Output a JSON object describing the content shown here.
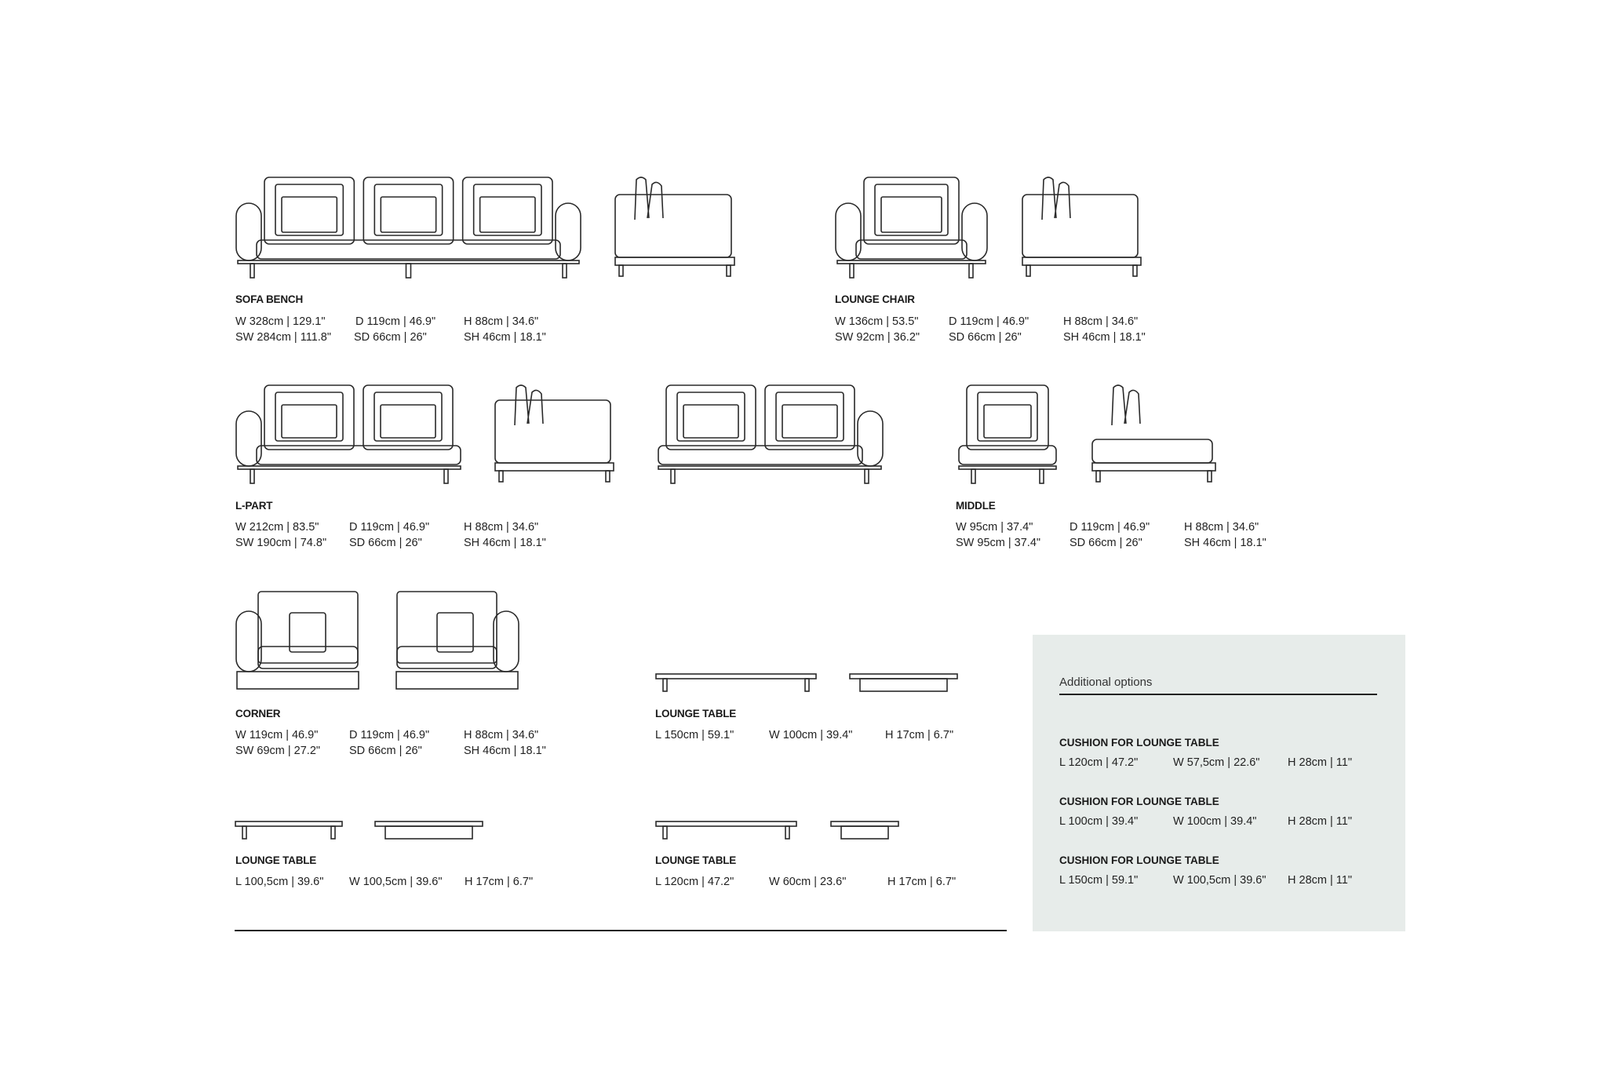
{
  "products": [
    {
      "name": "SOFA BENCH",
      "dims": [
        [
          "W 328cm | 129.1\"",
          "D 119cm | 46.9\"",
          "H 88cm | 34.6\""
        ],
        [
          "SW 284cm | 111.8\"",
          "SD 66cm | 26\"",
          "SH 46cm | 18.1\""
        ]
      ]
    },
    {
      "name": "LOUNGE CHAIR",
      "dims": [
        [
          "W 136cm | 53.5\"",
          "D 119cm | 46.9\"",
          "H 88cm | 34.6\""
        ],
        [
          "SW 92cm | 36.2\"",
          "SD 66cm | 26\"",
          "SH 46cm | 18.1\""
        ]
      ]
    },
    {
      "name": "L-PART",
      "dims": [
        [
          "W 212cm | 83.5\"",
          "D 119cm | 46.9\"",
          "H 88cm | 34.6\""
        ],
        [
          "SW 190cm | 74.8\"",
          "SD 66cm | 26\"",
          "SH 46cm | 18.1\""
        ]
      ]
    },
    {
      "name": "MIDDLE",
      "dims": [
        [
          "W 95cm | 37.4\"",
          "D 119cm | 46.9\"",
          "H 88cm | 34.6\""
        ],
        [
          "SW 95cm | 37.4\"",
          "SD 66cm | 26\"",
          "SH 46cm | 18.1\""
        ]
      ]
    },
    {
      "name": "CORNER",
      "dims": [
        [
          "W 119cm | 46.9\"",
          "D 119cm | 46.9\"",
          "H 88cm | 34.6\""
        ],
        [
          "SW 69cm | 27.2\"",
          "SD 66cm | 26\"",
          "SH 46cm | 18.1\""
        ]
      ]
    },
    {
      "name": "LOUNGE TABLE",
      "dims": [
        [
          "L 150cm | 59.1\"",
          "W 100cm | 39.4\"",
          "H 17cm | 6.7\""
        ]
      ]
    },
    {
      "name": "LOUNGE TABLE",
      "dims": [
        [
          "L 100,5cm | 39.6\"",
          "W 100,5cm | 39.6\"",
          "H 17cm | 6.7\""
        ]
      ]
    },
    {
      "name": "LOUNGE TABLE",
      "dims": [
        [
          "L 120cm | 47.2\"",
          "W 60cm | 23.6\"",
          "H 17cm | 6.7\""
        ]
      ]
    }
  ],
  "additional": {
    "title": "Additional options",
    "items": [
      {
        "name": "CUSHION FOR LOUNGE TABLE",
        "dims": [
          "L 120cm | 47.2\"",
          "W 57,5cm | 22.6\"",
          "H 28cm | 11\""
        ]
      },
      {
        "name": "CUSHION FOR LOUNGE TABLE",
        "dims": [
          "L 100cm | 39.4\"",
          "W 100cm | 39.4\"",
          "H 28cm | 11\""
        ]
      },
      {
        "name": "CUSHION FOR LOUNGE TABLE",
        "dims": [
          "L 150cm | 59.1\"",
          "W 100,5cm | 39.6\"",
          "H 28cm | 11\""
        ]
      }
    ]
  },
  "colors": {
    "panel": "#e7ecea",
    "ink": "#222222"
  }
}
